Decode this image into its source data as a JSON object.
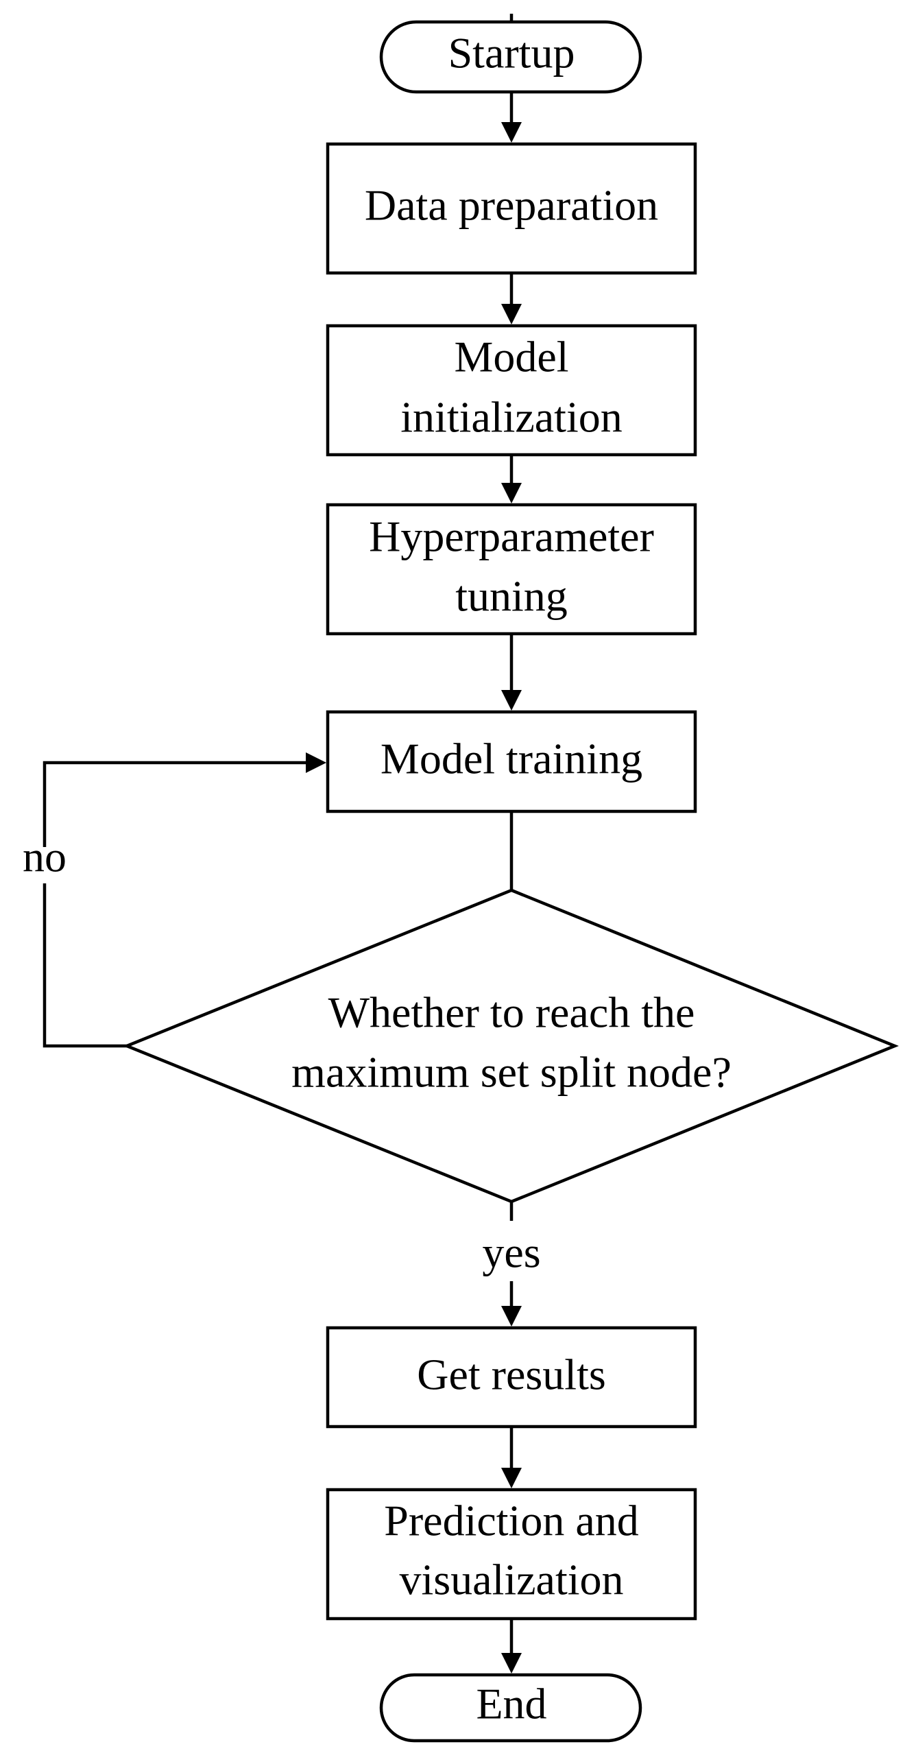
{
  "nodes": {
    "startup": {
      "label": "Startup"
    },
    "data_preparation": {
      "label": "Data preparation"
    },
    "model_initialization": {
      "line1": "Model",
      "line2": "initialization"
    },
    "hyperparameter_tuning": {
      "line1": "Hyperparameter",
      "line2": "tuning"
    },
    "model_training": {
      "label": "Model training"
    },
    "decision": {
      "line1": "Whether to reach the",
      "line2": "maximum set split node?"
    },
    "get_results": {
      "label": "Get results"
    },
    "prediction_visualization": {
      "line1": "Prediction and",
      "line2": "visualization"
    },
    "end": {
      "label": "End"
    }
  },
  "edges": {
    "no_label": "no",
    "yes_label": "yes"
  },
  "colors": {
    "stroke": "#000000",
    "background": "#ffffff"
  }
}
